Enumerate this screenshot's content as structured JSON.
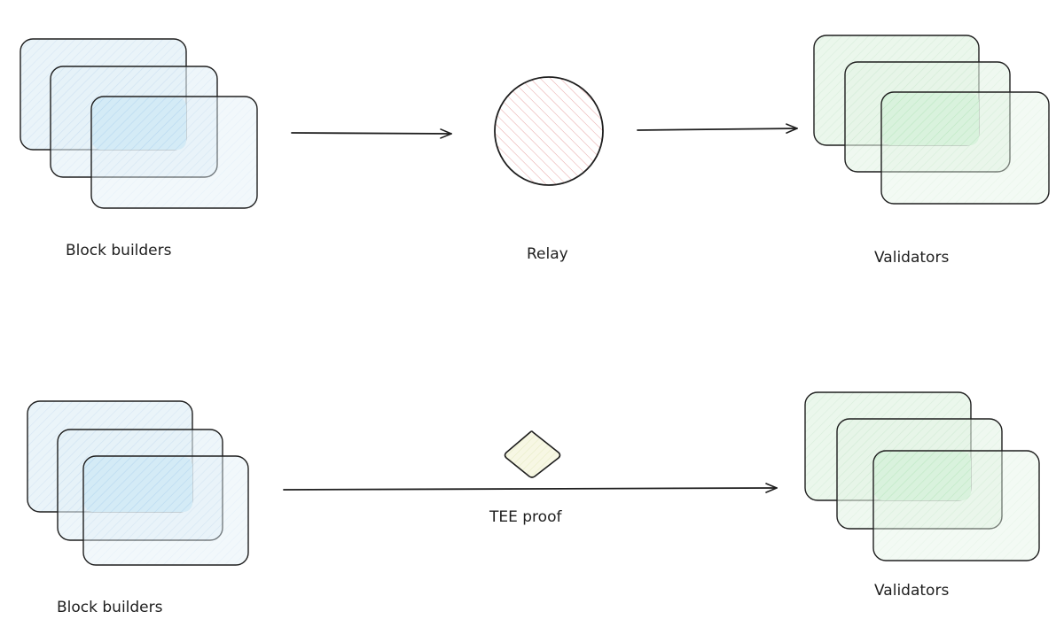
{
  "top_flow": {
    "source_label": "Block builders",
    "relay_label": "Relay",
    "target_label": "Validators"
  },
  "bottom_flow": {
    "source_label": "Block builders",
    "proof_label": "TEE proof",
    "target_label": "Validators"
  },
  "colors": {
    "builder_fill": "#d6ebf5",
    "builder_inner_fill": "#bfe2f5",
    "validator_fill": "#dcf2de",
    "validator_inner_fill": "#c6efcc",
    "relay_hatch": "#e8a5a5",
    "proof_fill": "#f4f4dc",
    "stroke": "#1e1e1e",
    "background": "#ffffff"
  }
}
